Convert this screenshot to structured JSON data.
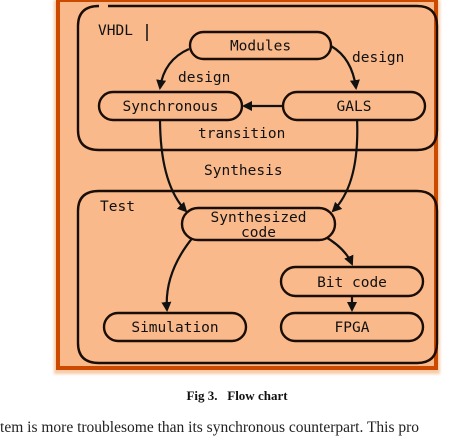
{
  "diagram": {
    "groups": {
      "vhdl": "VHDL",
      "test": "Test"
    },
    "nodes": {
      "modules": "Modules",
      "synchronous": "Synchronous",
      "gals": "GALS",
      "synthesized_line1": "Synthesized",
      "synthesized_line2": "code",
      "bit_code": "Bit code",
      "simulation": "Simulation",
      "fpga": "FPGA"
    },
    "edges": {
      "design_left": "design",
      "design_right": "design",
      "transition": "transition",
      "synthesis": "Synthesis"
    },
    "colors": {
      "fill": "#f9b98a",
      "border": "#1a0d05",
      "frame": "#cc4a00"
    }
  },
  "caption": "Fig 3.   Flow chart",
  "body_text": "stem is more troublesome than its synchronous counterpart. This pro"
}
